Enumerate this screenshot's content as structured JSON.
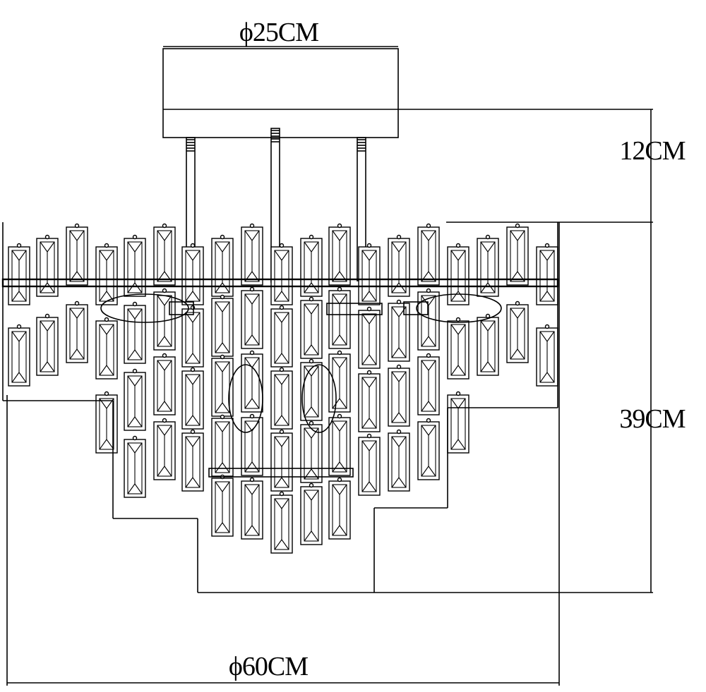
{
  "dimensions": {
    "canopy_diameter": "ϕ25CM",
    "canopy_height": "12CM",
    "body_height": "39CM",
    "overall_diameter": "ϕ60CM"
  },
  "colors": {
    "line": "#000000",
    "background": "#ffffff"
  }
}
